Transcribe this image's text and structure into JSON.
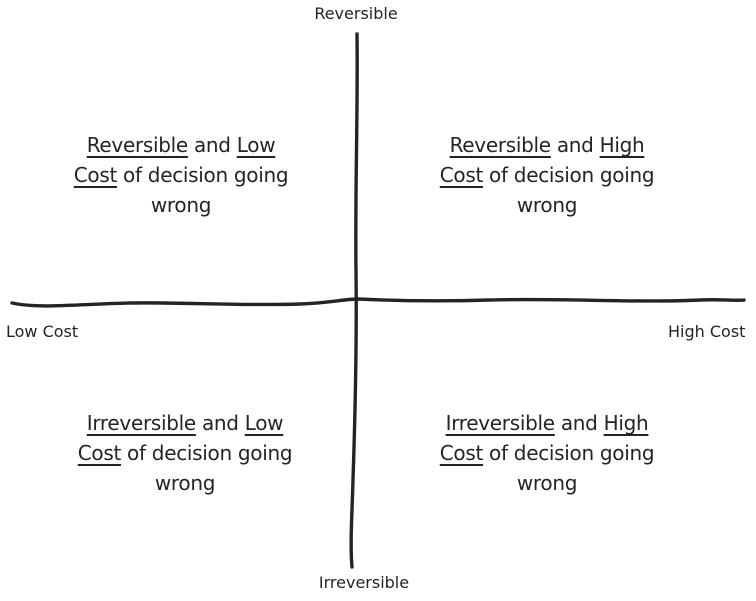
{
  "colors": {
    "ink": "#282320",
    "background": "#ffffff"
  },
  "axes": {
    "top_label": "Reversible",
    "bottom_label": "Irreversible",
    "left_label": "Low Cost",
    "right_label": "High Cost"
  },
  "quadrants": {
    "top_left": {
      "lines": [
        [
          {
            "text": "Reversible",
            "underline": true
          },
          {
            "text": " and ",
            "underline": false
          },
          {
            "text": "Low",
            "underline": true
          }
        ],
        [
          {
            "text": "Cost",
            "underline": true
          },
          {
            "text": " of decision going",
            "underline": false
          }
        ],
        [
          {
            "text": "wrong",
            "underline": false
          }
        ]
      ]
    },
    "top_right": {
      "lines": [
        [
          {
            "text": "Reversible",
            "underline": true
          },
          {
            "text": " and ",
            "underline": false
          },
          {
            "text": "High",
            "underline": true
          }
        ],
        [
          {
            "text": "Cost",
            "underline": true
          },
          {
            "text": " of decision going",
            "underline": false
          }
        ],
        [
          {
            "text": "wrong",
            "underline": false
          }
        ]
      ]
    },
    "bottom_left": {
      "lines": [
        [
          {
            "text": "Irreversible",
            "underline": true
          },
          {
            "text": " and ",
            "underline": false
          },
          {
            "text": "Low",
            "underline": true
          }
        ],
        [
          {
            "text": "Cost",
            "underline": true
          },
          {
            "text": " of decision going",
            "underline": false
          }
        ],
        [
          {
            "text": "wrong",
            "underline": false
          }
        ]
      ]
    },
    "bottom_right": {
      "lines": [
        [
          {
            "text": "Irreversible",
            "underline": true
          },
          {
            "text": " and ",
            "underline": false
          },
          {
            "text": "High",
            "underline": true
          }
        ],
        [
          {
            "text": "Cost",
            "underline": true
          },
          {
            "text": " of decision going",
            "underline": false
          }
        ],
        [
          {
            "text": "wrong",
            "underline": false
          }
        ]
      ]
    }
  }
}
